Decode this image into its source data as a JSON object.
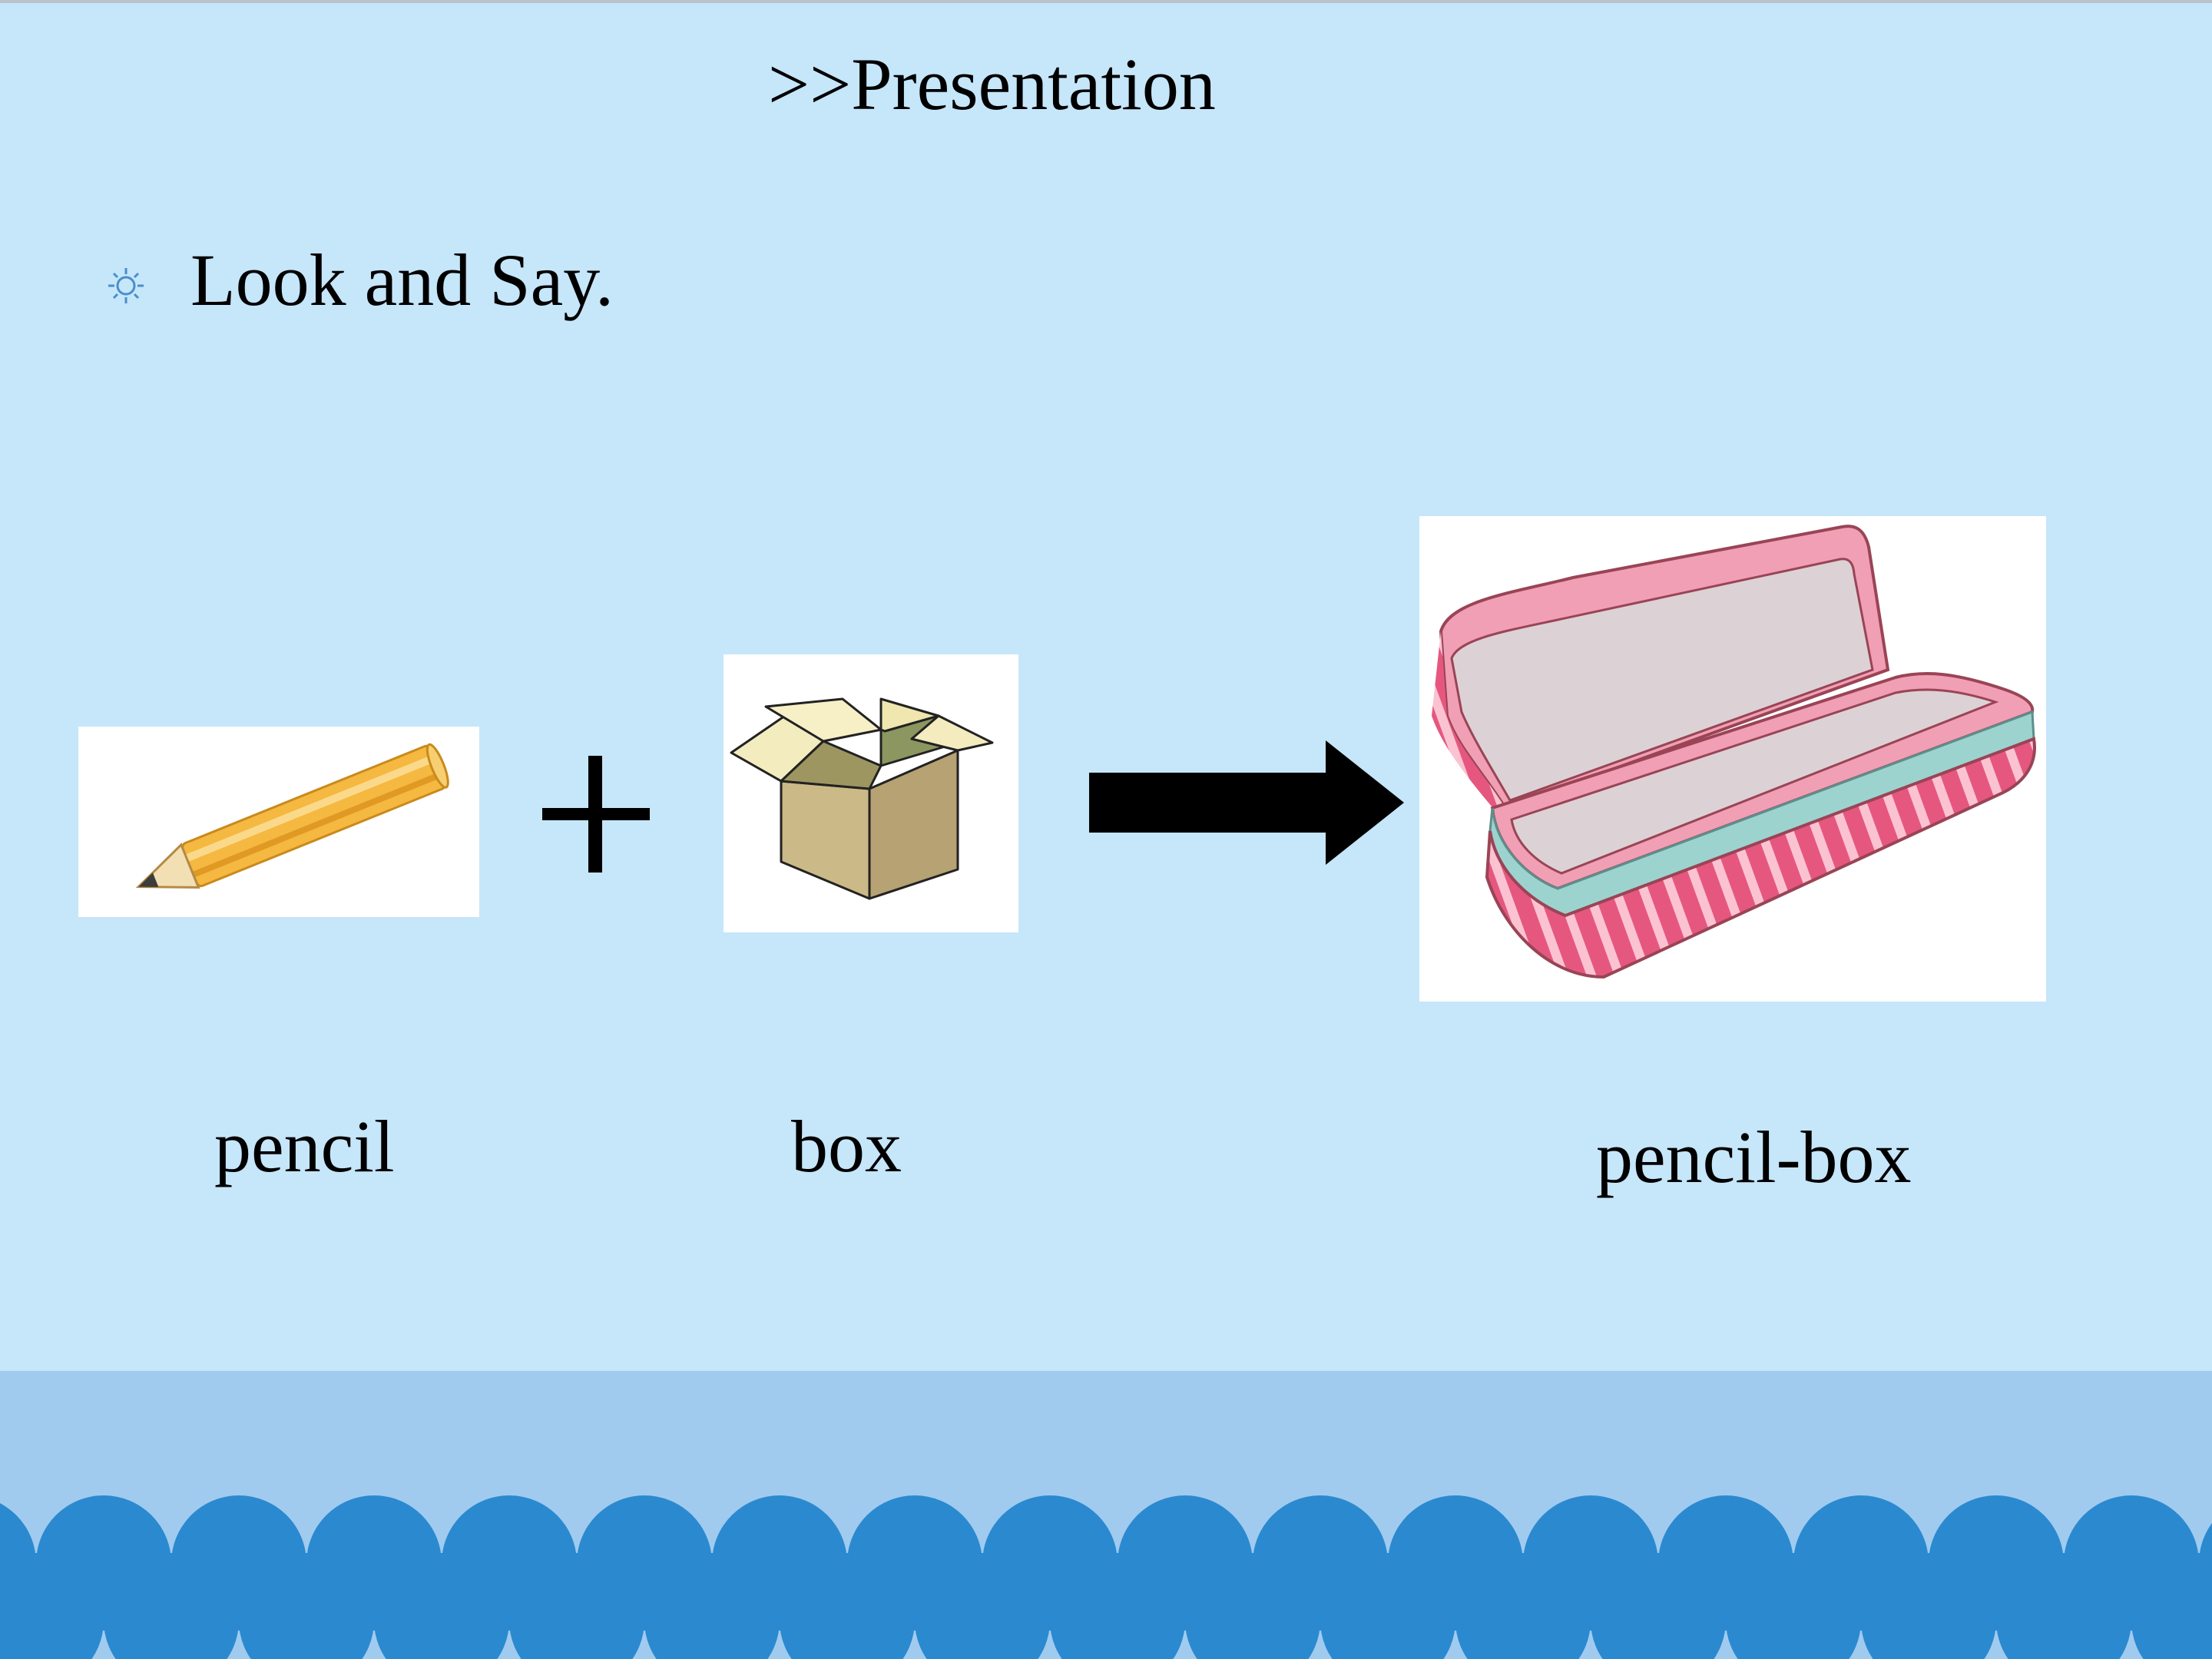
{
  "slide": {
    "title": ">>Presentation",
    "instruction": "Look and Say.",
    "bullet_icon": "sun-bullet-icon",
    "words": {
      "pencil": "pencil",
      "box": "box",
      "compound": "pencil-box"
    },
    "images": [
      "pencil-image",
      "box-image",
      "pencil-case-image"
    ],
    "operators": [
      "plus-icon",
      "arrow-right-icon"
    ]
  },
  "colors": {
    "background": "#c6e6fa",
    "footer_band": "#a0cbef",
    "waves": "#2b89cf",
    "bullet": "#4a8fc8",
    "pencil_case_pink": "#f19fb4",
    "pencil_case_stripe": "#e6577f",
    "pencil_case_inside": "#dcd2d6",
    "pencil_case_rim": "#9dd3cf"
  }
}
